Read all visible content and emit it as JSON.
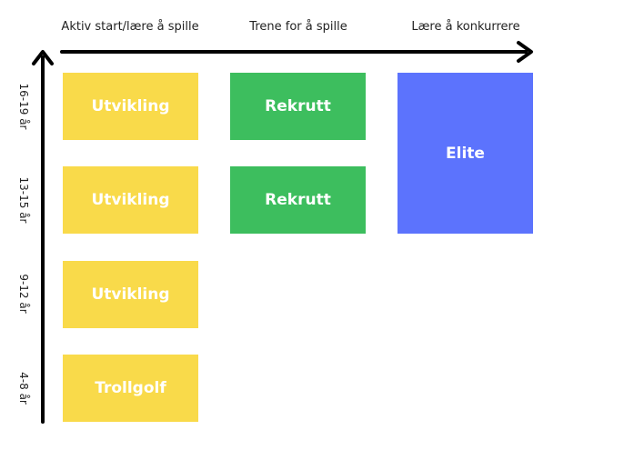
{
  "columns": {
    "c1": "Aktiv start/lære å spille",
    "c2": "Trene for å spille",
    "c3": "Lære å konkurrere"
  },
  "rows": {
    "r1": "16-19 år",
    "r2": "13-15 år",
    "r3": "9-12 år",
    "r4": "4-8 år"
  },
  "boxes": {
    "utvikling_16_19": "Utvikling",
    "utvikling_13_15": "Utvikling",
    "utvikling_9_12": "Utvikling",
    "trollgolf": "Trollgolf",
    "rekrutt_16_19": "Rekrutt",
    "rekrutt_13_15": "Rekrutt",
    "elite": "Elite"
  },
  "colors": {
    "yellow": "#F9DA4A",
    "green": "#3DBE5E",
    "blue": "#5C73FD",
    "axis": "#000000"
  }
}
